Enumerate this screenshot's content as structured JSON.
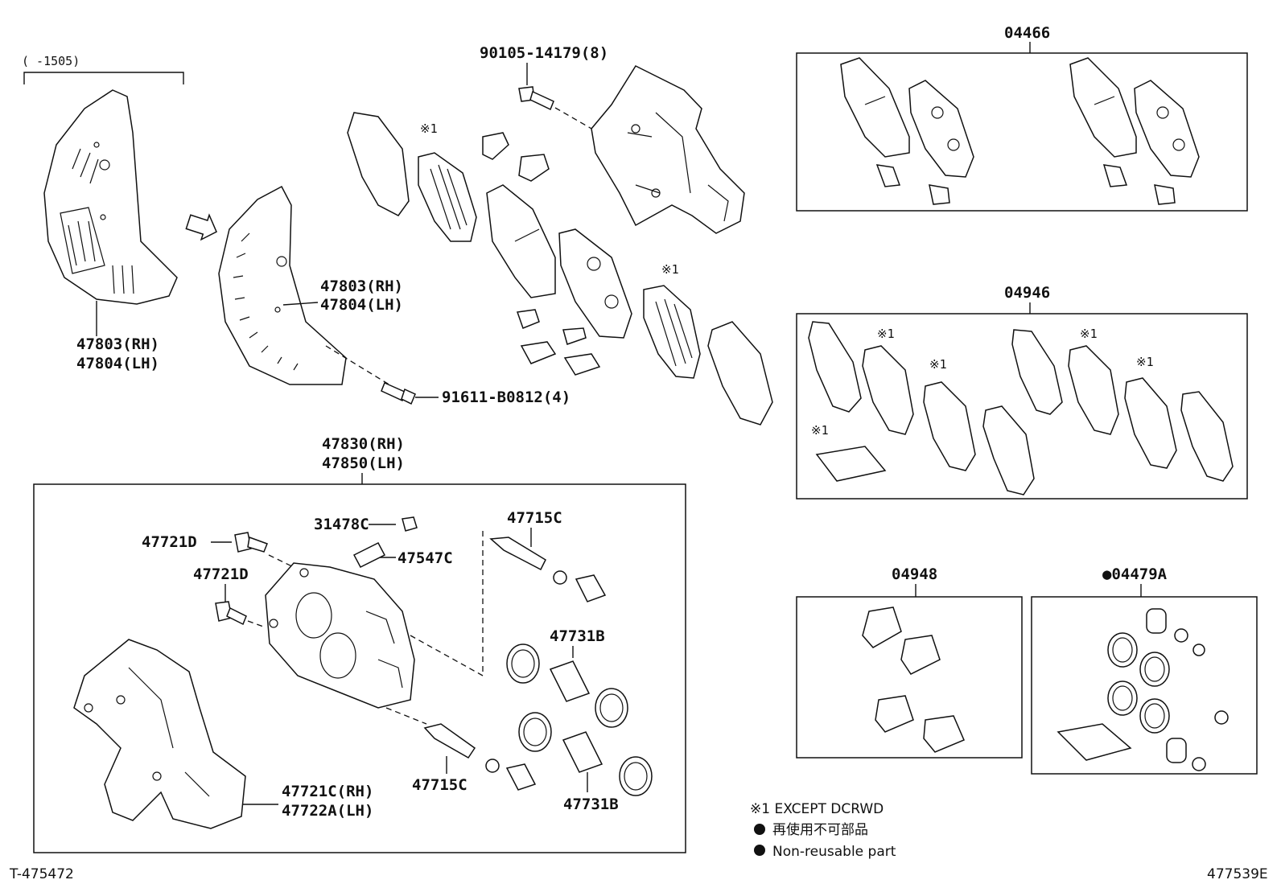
{
  "labels": {
    "date_range": "(      -1505)",
    "shield_old_rh": "47803(RH)",
    "shield_old_lh": "47804(LH)",
    "bolt_top": "90105-14179(8)",
    "note_mark_1": "※1",
    "note_mark_2": "※1",
    "shield_new_rh": "47803(RH)",
    "shield_new_lh": "47804(LH)",
    "bolt_shield": "91611-B0812(4)",
    "caliper_rh": "47830(RH)",
    "caliper_lh": "47850(LH)",
    "bleeder_a": "47721D",
    "bleeder_b": "47721D",
    "cap": "31478C",
    "plug": "47547C",
    "slide_pin_top": "47715C",
    "slide_pin_bottom": "47715C",
    "piston_top": "47731B",
    "piston_bottom": "47731B",
    "mount_rh": "47721C(RH)",
    "mount_lh": "47722A(LH)"
  },
  "kits": {
    "pad_kit": "04466",
    "shim_kit": "04946",
    "shim_marks": [
      "※1",
      "※1",
      "※1",
      "※1",
      "※1"
    ],
    "fitting_kit": "04948",
    "cylinder_kit": "●04479A"
  },
  "legend": {
    "except": "※1 EXCEPT DCRWD",
    "non_reusable_jp": "再使用不可部品",
    "non_reusable_en": "Non-reusable part"
  },
  "footer": {
    "left_code": "T-475472",
    "right_code": "477539E"
  }
}
